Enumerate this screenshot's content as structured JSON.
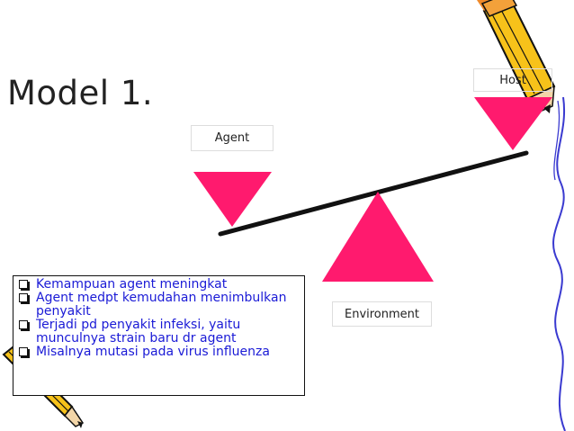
{
  "title": "Model 1.",
  "labels": {
    "agent": "Agent",
    "environment": "Environment",
    "host": "Host"
  },
  "bullets": [
    "Kemampuan agent meningkat",
    "Agent medpt kemudahan menimbulkan penyakit",
    "Terjadi pd penyakit infeksi, yaitu munculnya strain baru dr agent",
    "Misalnya mutasi pada virus influenza"
  ],
  "colors": {
    "triangle": "#ff1a6e",
    "bullet_text": "#1a1ad6",
    "pencil_body": "#f7c21a",
    "squiggle": "#3a3ad0"
  },
  "icons": [
    "pencil-icon",
    "checkbox-bullet-icon"
  ]
}
